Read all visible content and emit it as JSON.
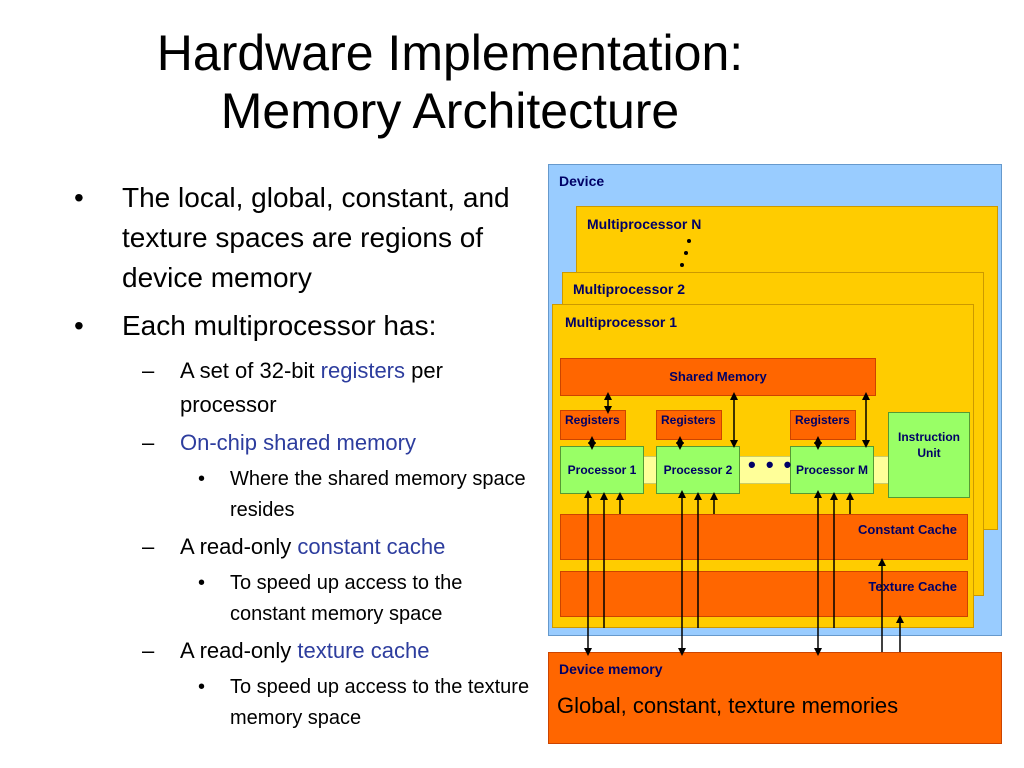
{
  "title": {
    "line1": "Hardware Implementation:",
    "line2": "Memory Architecture"
  },
  "bullets": {
    "b1": "The local, global, constant, and texture spaces are regions of device memory",
    "b2": "Each multiprocessor has:",
    "s1_pre": "A set of 32-bit ",
    "s1_hl": "registers",
    "s1_post": " per processor",
    "s2_hl": "On-chip shared memory",
    "s2_sub": "Where the shared memory space resides",
    "s3_pre": "A read-only ",
    "s3_hl": "constant cache",
    "s3_sub": "To speed up access to the constant memory space",
    "s4_pre": "A read-only ",
    "s4_hl": "texture cache",
    "s4_sub": "To speed up access to the texture memory space",
    "dash": "–",
    "dot": "•"
  },
  "diagram": {
    "device": "Device",
    "mpN": "Multiprocessor N",
    "mp2": "Multiprocessor 2",
    "mp1": "Multiprocessor 1",
    "shared_memory": "Shared Memory",
    "registers": "Registers",
    "proc1": "Processor 1",
    "proc2": "Processor 2",
    "procM": "Processor M",
    "ellipsis": "• • •",
    "instruction_unit": "Instruction Unit",
    "constant_cache": "Constant Cache",
    "texture_cache": "Texture Cache",
    "device_memory": "Device memory",
    "device_memory_desc": "Global, constant, texture memories"
  },
  "colors": {
    "device_bg": "#99ccff",
    "multiprocessor": "#ffcc00",
    "memory": "#ff6600",
    "processor": "#99ff66",
    "highlight_text": "#2d3d9e"
  }
}
